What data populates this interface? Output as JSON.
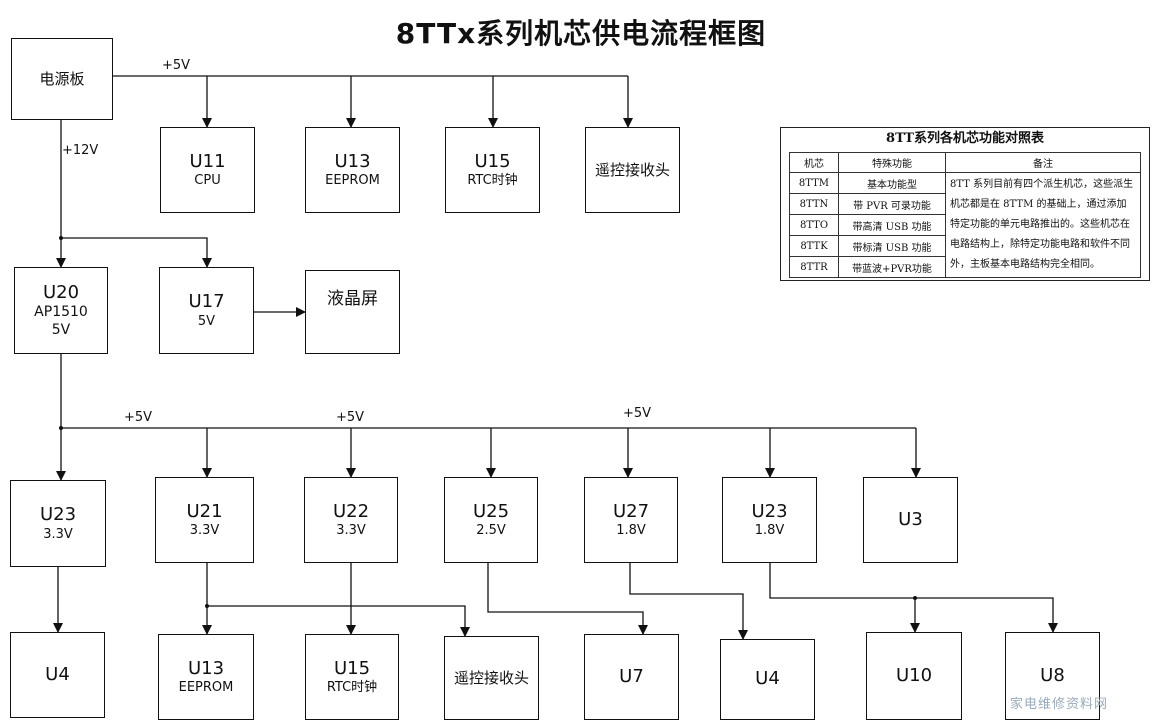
{
  "title": "8TTx系列机芯供电流程框图",
  "rails": {
    "v5_top": "+5V",
    "v12": "+12V",
    "v5_a": "+5V",
    "v5_b": "+5V",
    "v5_c": "+5V"
  },
  "boxes": {
    "power_board": "电源板",
    "u11": {
      "name": "U11",
      "sub": "CPU"
    },
    "u13_top": {
      "name": "U13",
      "sub": "EEPROM"
    },
    "u15_top": {
      "name": "U15",
      "sub": "RTC时钟"
    },
    "ir_top": "遥控接收头",
    "u20": {
      "name": "U20",
      "sub": "AP1510",
      "sub2": "5V"
    },
    "u17": {
      "name": "U17",
      "sub": "5V"
    },
    "lcd": "液晶屏",
    "u23a": {
      "name": "U23",
      "sub": "3.3V"
    },
    "u21": {
      "name": "U21",
      "sub": "3.3V"
    },
    "u22": {
      "name": "U22",
      "sub": "3.3V"
    },
    "u25": {
      "name": "U25",
      "sub": "2.5V"
    },
    "u27": {
      "name": "U27",
      "sub": "1.8V"
    },
    "u23b": {
      "name": "U23",
      "sub": "1.8V"
    },
    "u3": "U3",
    "u4a": "U4",
    "u13_bot": {
      "name": "U13",
      "sub": "EEPROM"
    },
    "u15_bot": {
      "name": "U15",
      "sub": "RTC时钟"
    },
    "ir_bot": "遥控接收头",
    "u7": "U7",
    "u4b": "U4",
    "u10": "U10",
    "u8": "U8"
  },
  "table": {
    "title": "8TT系列各机芯功能对照表",
    "headers": [
      "机芯",
      "特殊功能",
      "备注"
    ],
    "rows": [
      [
        "8TTM",
        "基本功能型"
      ],
      [
        "8TTN",
        "带 PVR 可录功能"
      ],
      [
        "8TTO",
        "带高清 USB 功能"
      ],
      [
        "8TTK",
        "带标清 USB 功能"
      ],
      [
        "8TTR",
        "带蓝波+PVR功能"
      ]
    ],
    "note": "8TT 系列目前有四个派生机芯，这些派生机芯都是在 8TTM 的基础上，通过添加特定功能的单元电路推出的。这些机芯在电路结构上，除特定功能电路和软件不同外，主板基本电路结构完全相同。"
  },
  "watermark": "家电维修资料网"
}
